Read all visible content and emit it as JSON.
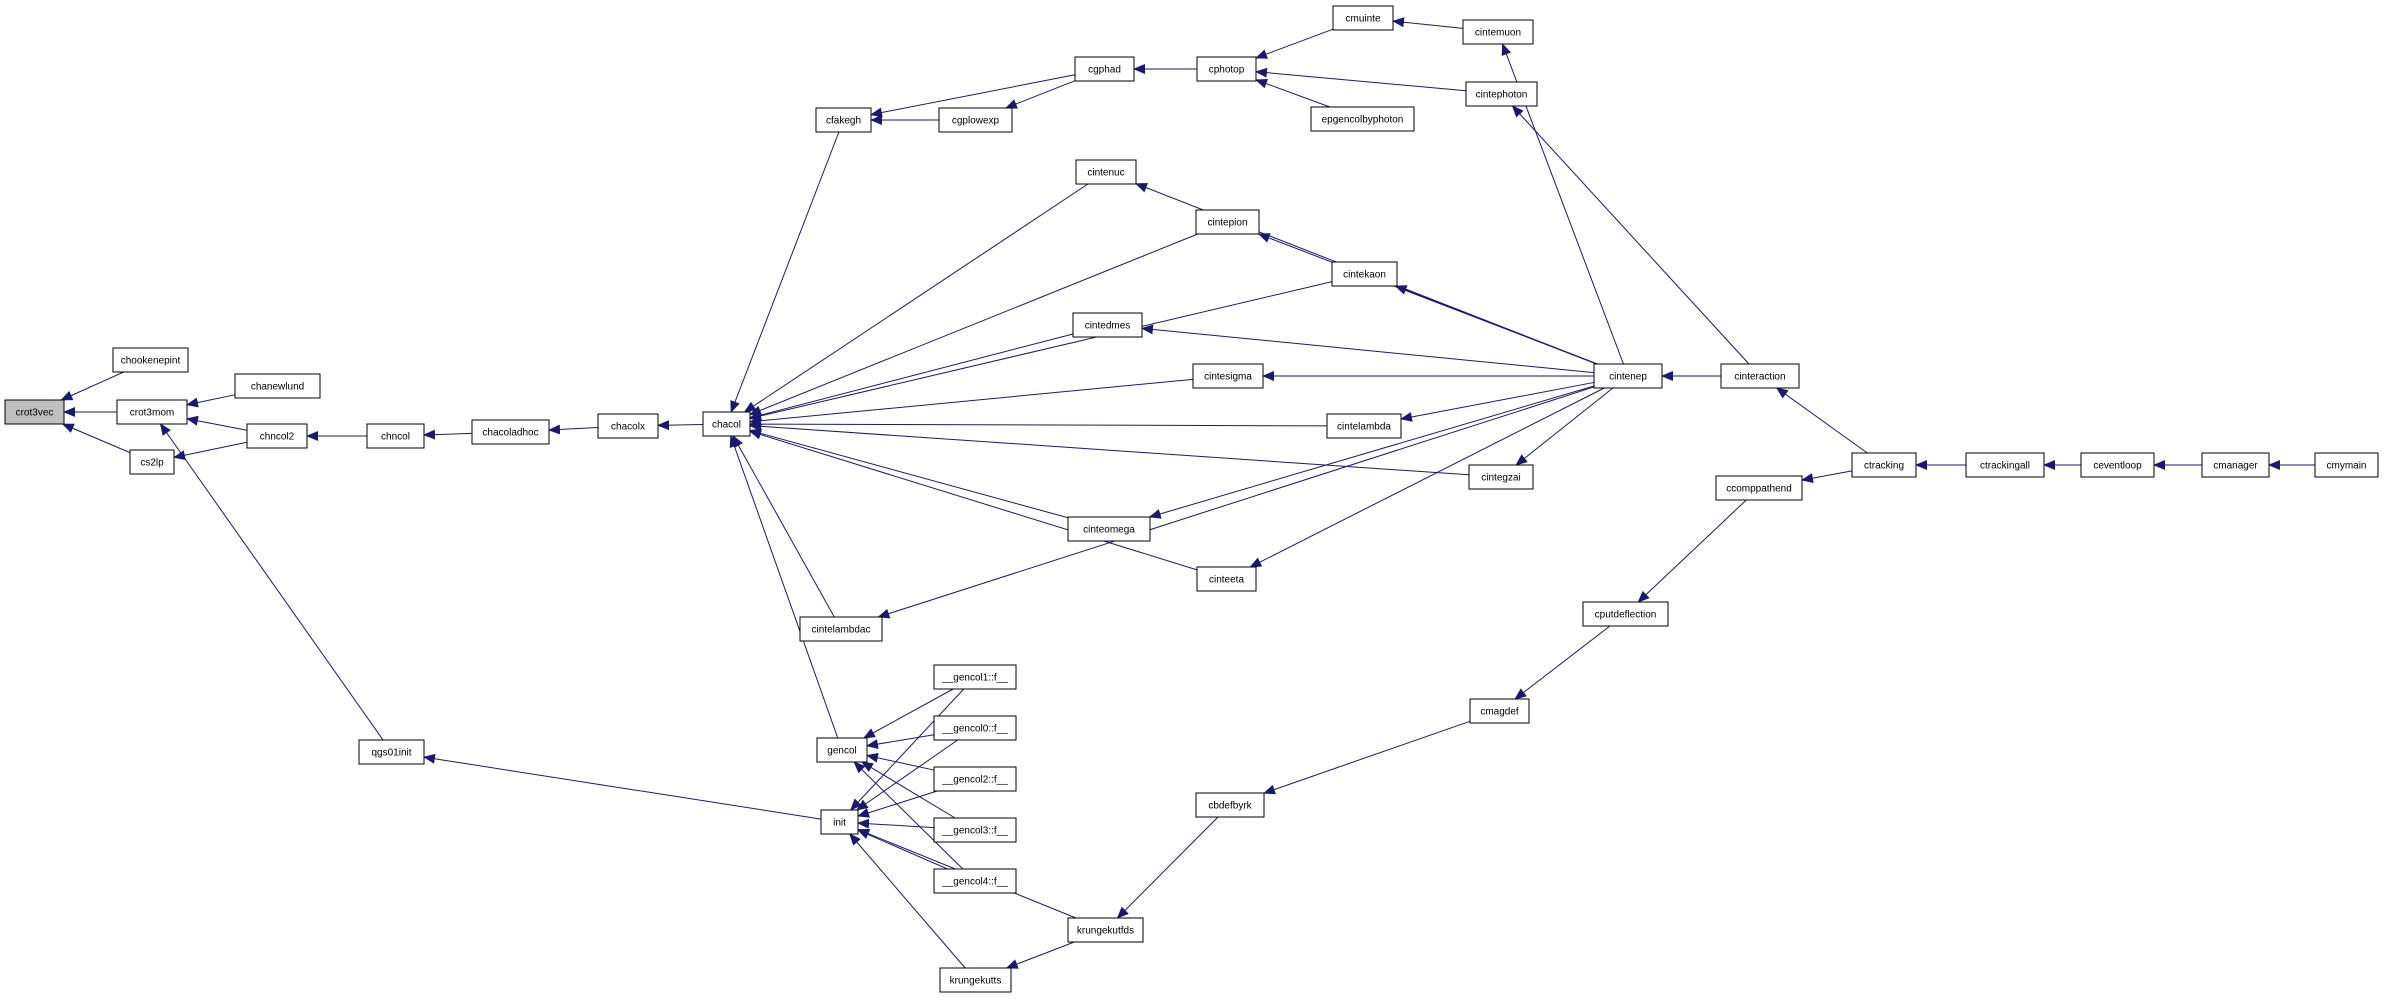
{
  "colors": {
    "edge": "#191970",
    "node_border": "#000000",
    "node_fill": "#ffffff",
    "focus_fill": "#bfbfbf",
    "background": "#ffffff"
  },
  "focus_node": "n_crot3vec",
  "nodes": [
    {
      "id": "n_crot3vec",
      "label": "crot3vec"
    },
    {
      "id": "n_chookenepint",
      "label": "chookenepint"
    },
    {
      "id": "n_crot3mom",
      "label": "crot3mom"
    },
    {
      "id": "n_cs2lp",
      "label": "cs2lp"
    },
    {
      "id": "n_chanewlund",
      "label": "chanewlund"
    },
    {
      "id": "n_chncol2",
      "label": "chncol2"
    },
    {
      "id": "n_chncol",
      "label": "chncol"
    },
    {
      "id": "n_chacoladhoc",
      "label": "chacoladhoc"
    },
    {
      "id": "n_chacolx",
      "label": "chacolx"
    },
    {
      "id": "n_chacol",
      "label": "chacol"
    },
    {
      "id": "n_qgs01init",
      "label": "qgs01init"
    },
    {
      "id": "n_cfakegh",
      "label": "cfakegh"
    },
    {
      "id": "n_cgplowexp",
      "label": "cgplowexp"
    },
    {
      "id": "n_cgphad",
      "label": "cgphad"
    },
    {
      "id": "n_cphotop",
      "label": "cphotop"
    },
    {
      "id": "n_cmuinte",
      "label": "cmuinte"
    },
    {
      "id": "n_cintemuon",
      "label": "cintemuon"
    },
    {
      "id": "n_cintephoton",
      "label": "cintephoton"
    },
    {
      "id": "n_epgencolbyphoton",
      "label": "epgencolbyphoton"
    },
    {
      "id": "n_cintenuc",
      "label": "cintenuc"
    },
    {
      "id": "n_cintepion",
      "label": "cintepion"
    },
    {
      "id": "n_cintekaon",
      "label": "cintekaon"
    },
    {
      "id": "n_cintedmes",
      "label": "cintedmes"
    },
    {
      "id": "n_cintesigma",
      "label": "cintesigma"
    },
    {
      "id": "n_cintenep",
      "label": "cintenep"
    },
    {
      "id": "n_cinteraction",
      "label": "cinteraction"
    },
    {
      "id": "n_cintelambda",
      "label": "cintelambda"
    },
    {
      "id": "n_cintegzai",
      "label": "cintegzai"
    },
    {
      "id": "n_cinteomega",
      "label": "cinteomega"
    },
    {
      "id": "n_cinteeta",
      "label": "cinteeta"
    },
    {
      "id": "n_cintelambdac",
      "label": "cintelambdac"
    },
    {
      "id": "n_gencol",
      "label": "gencol"
    },
    {
      "id": "n_init",
      "label": "init"
    },
    {
      "id": "n_g1",
      "label": "__gencol1::f__"
    },
    {
      "id": "n_g0",
      "label": "__gencol0::f__"
    },
    {
      "id": "n_g2",
      "label": "__gencol2::f__"
    },
    {
      "id": "n_g3",
      "label": "__gencol3::f__"
    },
    {
      "id": "n_g4",
      "label": "__gencol4::f__"
    },
    {
      "id": "n_krungekutfds",
      "label": "krungekutfds"
    },
    {
      "id": "n_krungekutts",
      "label": "krungekutts"
    },
    {
      "id": "n_cbdefbyrk",
      "label": "cbdefbyrk"
    },
    {
      "id": "n_cmagdef",
      "label": "cmagdef"
    },
    {
      "id": "n_cputdeflection",
      "label": "cputdeflection"
    },
    {
      "id": "n_ccomppathend",
      "label": "ccomppathend"
    },
    {
      "id": "n_ctracking",
      "label": "ctracking"
    },
    {
      "id": "n_ctrackingall",
      "label": "ctrackingall"
    },
    {
      "id": "n_ceventloop",
      "label": "ceventloop"
    },
    {
      "id": "n_cmanager",
      "label": "cmanager"
    },
    {
      "id": "n_cmymain",
      "label": "cmymain"
    }
  ],
  "edges": [
    [
      "n_crot3vec",
      "n_chookenepint"
    ],
    [
      "n_crot3vec",
      "n_crot3mom"
    ],
    [
      "n_crot3vec",
      "n_cs2lp"
    ],
    [
      "n_crot3mom",
      "n_chanewlund"
    ],
    [
      "n_crot3mom",
      "n_chncol2"
    ],
    [
      "n_crot3mom",
      "n_qgs01init"
    ],
    [
      "n_cs2lp",
      "n_chncol2"
    ],
    [
      "n_chncol2",
      "n_chncol"
    ],
    [
      "n_chncol",
      "n_chacoladhoc"
    ],
    [
      "n_chacoladhoc",
      "n_chacolx"
    ],
    [
      "n_chacolx",
      "n_chacol"
    ],
    [
      "n_chacol",
      "n_cfakegh"
    ],
    [
      "n_chacol",
      "n_cintenuc"
    ],
    [
      "n_chacol",
      "n_cintepion"
    ],
    [
      "n_chacol",
      "n_cintekaon"
    ],
    [
      "n_chacol",
      "n_cintedmes"
    ],
    [
      "n_chacol",
      "n_cintesigma"
    ],
    [
      "n_chacol",
      "n_cintelambda"
    ],
    [
      "n_chacol",
      "n_cintegzai"
    ],
    [
      "n_chacol",
      "n_cinteomega"
    ],
    [
      "n_chacol",
      "n_cinteeta"
    ],
    [
      "n_chacol",
      "n_cintelambdac"
    ],
    [
      "n_chacol",
      "n_gencol"
    ],
    [
      "n_cfakegh",
      "n_cgplowexp"
    ],
    [
      "n_cfakegh",
      "n_cgphad"
    ],
    [
      "n_cgplowexp",
      "n_cgphad"
    ],
    [
      "n_cgphad",
      "n_cphotop"
    ],
    [
      "n_cphotop",
      "n_cmuinte"
    ],
    [
      "n_cphotop",
      "n_cintephoton"
    ],
    [
      "n_cphotop",
      "n_epgencolbyphoton"
    ],
    [
      "n_cmuinte",
      "n_cintemuon"
    ],
    [
      "n_cintemuon",
      "n_cintenep"
    ],
    [
      "n_cintephoton",
      "n_cinteraction"
    ],
    [
      "n_cintenuc",
      "n_cintenep"
    ],
    [
      "n_cintepion",
      "n_cintenep"
    ],
    [
      "n_cintekaon",
      "n_cintenep"
    ],
    [
      "n_cintedmes",
      "n_cintenep"
    ],
    [
      "n_cintesigma",
      "n_cintenep"
    ],
    [
      "n_cintelambda",
      "n_cintenep"
    ],
    [
      "n_cintegzai",
      "n_cintenep"
    ],
    [
      "n_cinteomega",
      "n_cintenep"
    ],
    [
      "n_cinteeta",
      "n_cintenep"
    ],
    [
      "n_cintelambdac",
      "n_cintenep"
    ],
    [
      "n_cintenep",
      "n_cinteraction"
    ],
    [
      "n_cinteraction",
      "n_ctracking"
    ],
    [
      "n_qgs01init",
      "n_init"
    ],
    [
      "n_gencol",
      "n_g1"
    ],
    [
      "n_gencol",
      "n_g0"
    ],
    [
      "n_gencol",
      "n_g2"
    ],
    [
      "n_gencol",
      "n_g3"
    ],
    [
      "n_gencol",
      "n_g4"
    ],
    [
      "n_init",
      "n_g1"
    ],
    [
      "n_init",
      "n_g0"
    ],
    [
      "n_init",
      "n_g2"
    ],
    [
      "n_init",
      "n_g3"
    ],
    [
      "n_init",
      "n_g4"
    ],
    [
      "n_init",
      "n_krungekutfds"
    ],
    [
      "n_init",
      "n_krungekutts"
    ],
    [
      "n_krungekutts",
      "n_krungekutfds"
    ],
    [
      "n_krungekutfds",
      "n_cbdefbyrk"
    ],
    [
      "n_cbdefbyrk",
      "n_cmagdef"
    ],
    [
      "n_cmagdef",
      "n_cputdeflection"
    ],
    [
      "n_cputdeflection",
      "n_ccomppathend"
    ],
    [
      "n_ccomppathend",
      "n_ctracking"
    ],
    [
      "n_ctracking",
      "n_ctrackingall"
    ],
    [
      "n_ctrackingall",
      "n_ceventloop"
    ],
    [
      "n_ceventloop",
      "n_cmanager"
    ],
    [
      "n_cmanager",
      "n_cmymain"
    ]
  ]
}
